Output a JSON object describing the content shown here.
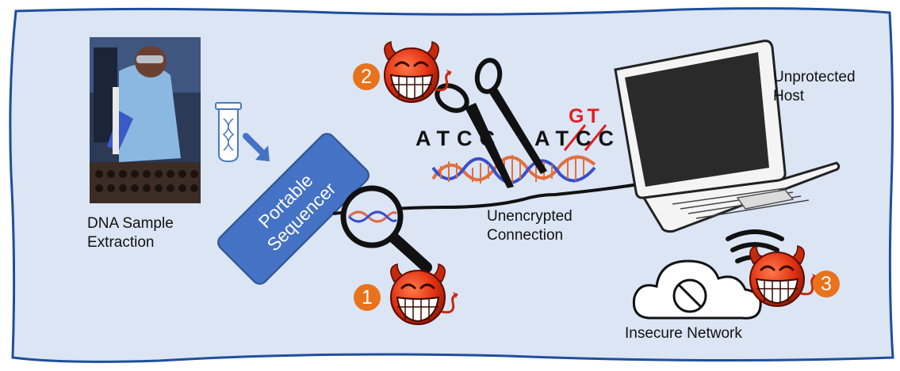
{
  "labels": {
    "dna_extraction_line1": "DNA Sample",
    "dna_extraction_line2": "Extraction",
    "sequencer_line1": "Portable",
    "sequencer_line2": "Sequencer",
    "connection_line1": "Unencrypted",
    "connection_line2": "Connection",
    "host_line1": "Unprotected",
    "host_line2": "Host",
    "network": "Insecure Network"
  },
  "dna_sequence": {
    "left": "ATCC",
    "right": "ATCC",
    "replacement": "GT"
  },
  "attackers": [
    {
      "number": "1"
    },
    {
      "number": "2"
    },
    {
      "number": "3"
    }
  ],
  "colors": {
    "background": "#dbe5f4",
    "border": "#1f4e9c",
    "sequencer": "#4472c4",
    "badge": "#e8731c",
    "devil": "#e03010",
    "modified_base": "#e02020"
  },
  "icons": [
    "test-tube-icon",
    "arrow-icon",
    "magnifier-icon",
    "scissors-icon",
    "laptop-icon",
    "wifi-icon",
    "cloud-icon",
    "no-pound-icon",
    "devil-face-icon"
  ]
}
